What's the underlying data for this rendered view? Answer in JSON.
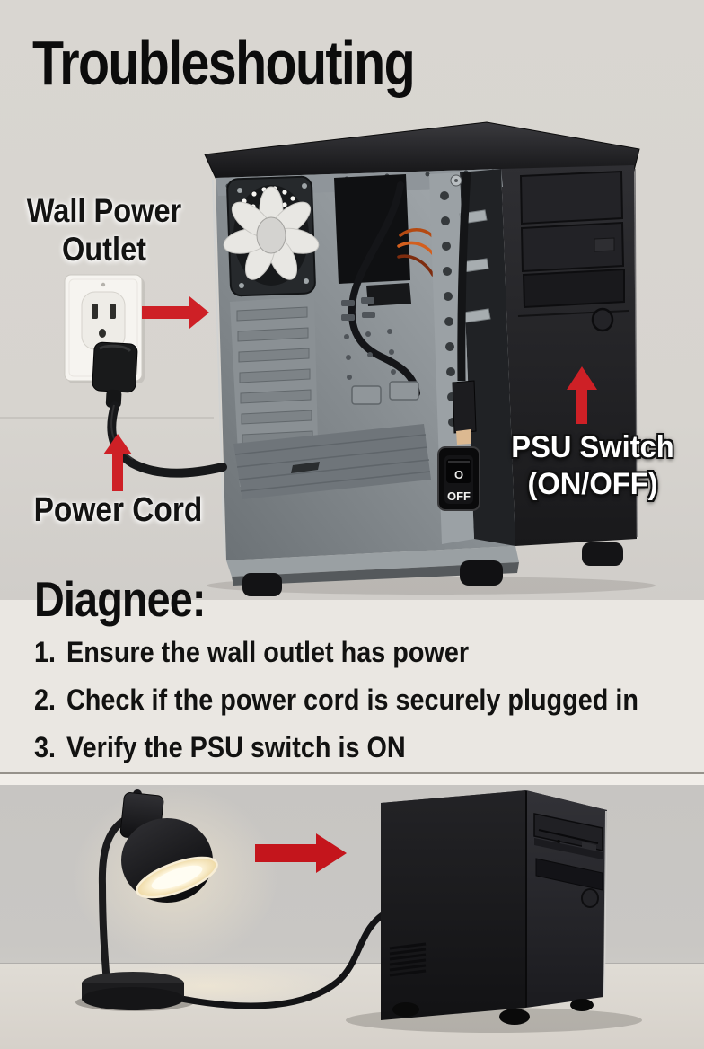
{
  "title": "Troubleshouting",
  "diagram": {
    "wall_outlet_label": "Wall Power Outlet",
    "power_cord_label": "Power Cord",
    "psu_switch_label": {
      "line1": "PSU Switch",
      "line2": "(ON/OFF)"
    },
    "psu_rocker": {
      "o": "O",
      "off": "OFF"
    }
  },
  "diagnose": {
    "heading": "Diagnee:",
    "steps": [
      {
        "num": "1.",
        "text": "Ensure the wall outlet has power"
      },
      {
        "num": "2.",
        "text": "Check if the power cord is securely plugged in"
      },
      {
        "num": "3.",
        "text": "Verify the PSU switch is ON"
      }
    ]
  },
  "icons": [
    "arrow-right-icon",
    "arrow-up-icon",
    "wall-outlet-icon",
    "power-plug-icon",
    "pc-open-case-icon",
    "case-fan-icon",
    "psu-rocker-switch-icon",
    "desk-lamp-icon",
    "pc-tower-icon"
  ],
  "colors": {
    "arrow_red": "#ce2026",
    "arrow_red_dark": "#c4151c",
    "background_top": "#d8d5d0",
    "list_panel": "#eae7e2",
    "photo_wall": "#c8c6c3",
    "photo_floor": "#dcd7d0",
    "case_black": "#1b1b1d",
    "chassis_gray": "#989ea2",
    "lamp_glow": "#f6ead0"
  }
}
